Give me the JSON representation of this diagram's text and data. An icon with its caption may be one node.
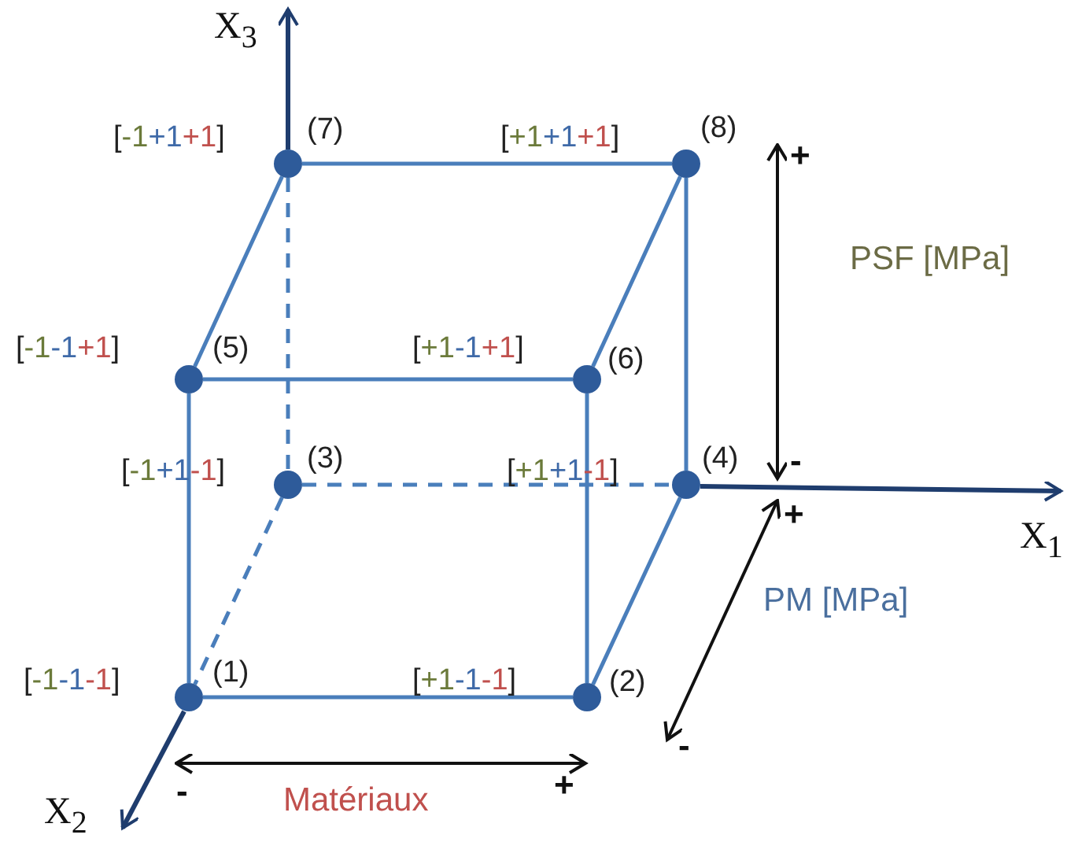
{
  "diagram": {
    "nodes": [
      {
        "text": [],
        "shape": "circle",
        "beside": [
          "[-1+1+1]",
          "(7)"
        ]
      },
      {
        "text": [],
        "shape": "circle",
        "beside": [
          "[+1+1+1]",
          "(8)"
        ]
      },
      {
        "text": [],
        "shape": "circle",
        "beside": [
          "[-1-1+1]",
          "(5)"
        ]
      },
      {
        "text": [],
        "shape": "circle",
        "beside": [
          "[+1-1+1]",
          "(6)"
        ]
      },
      {
        "text": [],
        "shape": "circle",
        "beside": [
          "[-1+1-1]",
          "(3)"
        ]
      },
      {
        "text": [],
        "shape": "circle",
        "beside": [
          "[+1+1-1]",
          "(4)"
        ]
      },
      {
        "text": [],
        "shape": "circle",
        "beside": [
          "[-1-1-1]",
          "(1)"
        ]
      },
      {
        "text": [],
        "shape": "circle",
        "beside": [
          "[+1-1-1]",
          "(2)"
        ]
      }
    ],
    "edges": [
      {
        "from": 0,
        "to": 1,
        "arrow": "none"
      },
      {
        "from": 0,
        "to": 2,
        "arrow": "none"
      },
      {
        "from": 0,
        "to": 4,
        "arrow": "none",
        "style": "dashed"
      },
      {
        "from": 1,
        "to": 3,
        "arrow": "none"
      },
      {
        "from": 1,
        "to": 5,
        "arrow": "none"
      },
      {
        "from": 2,
        "to": 3,
        "arrow": "none"
      },
      {
        "from": 2,
        "to": 6,
        "arrow": "none"
      },
      {
        "from": 3,
        "to": 7,
        "arrow": "none"
      },
      {
        "from": 4,
        "to": 5,
        "arrow": "none",
        "style": "dashed"
      },
      {
        "from": 4,
        "to": 6,
        "arrow": "none",
        "style": "dashed"
      },
      {
        "from": 5,
        "to": 7,
        "arrow": "none"
      },
      {
        "from": 6,
        "to": 7,
        "arrow": "none"
      }
    ],
    "labels": [
      "X$_{3}$",
      "+",
      "PSF [MPa]",
      "-",
      "+",
      "X$_{1}$",
      "PM [MPa]",
      "-",
      "-",
      "+",
      "Matériaux",
      "X$_{2}$"
    ]
  }
}
